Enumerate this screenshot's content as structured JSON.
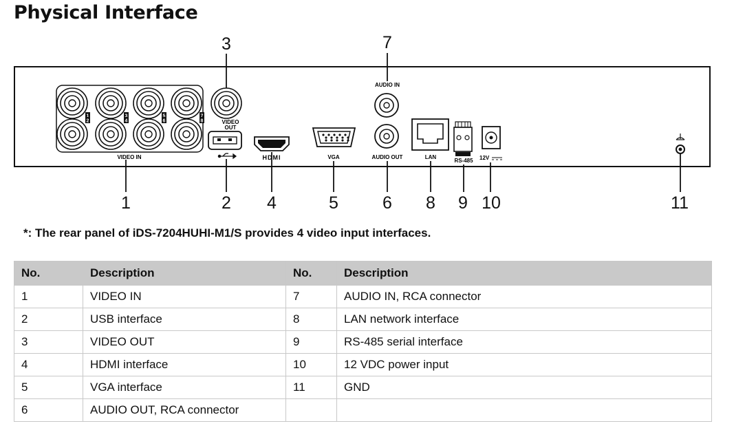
{
  "page": {
    "title": "Physical Interface"
  },
  "panel": {
    "labels": {
      "video_in": "VIDEO IN",
      "video_out": [
        "VIDEO",
        "OUT"
      ],
      "hdmi": "HDMI",
      "vga": "VGA",
      "audio_in": "AUDIO IN",
      "audio_out": "AUDIO OUT",
      "lan": "LAN",
      "rs485": "RS-485",
      "power": "12V"
    },
    "channel_numbers": [
      "1",
      "2",
      "3",
      "4",
      "5",
      "6",
      "7",
      "8"
    ],
    "callouts": [
      "1",
      "2",
      "3",
      "4",
      "5",
      "6",
      "7",
      "8",
      "9",
      "10",
      "11"
    ]
  },
  "note": "*: The rear panel of iDS-7204HUHI-M1/S provides 4 video input interfaces.",
  "table": {
    "headers": [
      "No.",
      "Description",
      "No.",
      "Description"
    ],
    "rows": [
      [
        "1",
        "VIDEO IN",
        "7",
        "AUDIO IN, RCA connector"
      ],
      [
        "2",
        "USB interface",
        "8",
        "LAN network interface"
      ],
      [
        "3",
        "VIDEO OUT",
        "9",
        "RS-485 serial interface"
      ],
      [
        "4",
        "HDMI interface",
        "10",
        "12 VDC power input"
      ],
      [
        "5",
        "VGA interface",
        "11",
        "GND"
      ],
      [
        "6",
        "AUDIO OUT, RCA connector",
        "",
        ""
      ]
    ]
  }
}
